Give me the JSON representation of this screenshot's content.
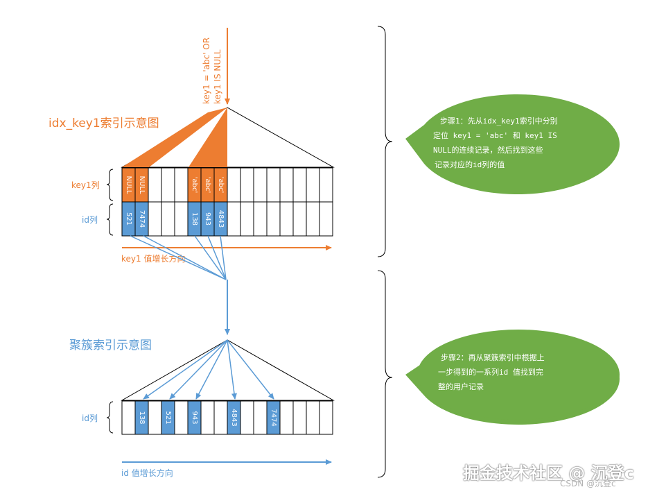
{
  "colors": {
    "orange": "#ED7D31",
    "blue": "#5B9BD5",
    "green": "#70AD47",
    "line": "#000000"
  },
  "top_arrow_label": [
    "key1 = 'abc' OR",
    "key1 IS NULL"
  ],
  "idx_title": "idx_key1索引示意图",
  "clustered_title": "聚簇索引示意图",
  "key1_row_label": "key1列",
  "id_row_label_top": "id列",
  "id_row_label_bottom": "id列",
  "key1_cells": [
    "NULL",
    "NULL",
    "'abc'",
    "'abc'",
    "'abc'"
  ],
  "id_cells_top": [
    "521",
    "7474",
    "138",
    "943",
    "4843"
  ],
  "id_cells_bottom": [
    "138",
    "521",
    "943",
    "4843",
    "7474"
  ],
  "key1_direction": "key1 值增长方向",
  "id_direction": "id 值增长方向",
  "step1_text": [
    "步骤1：先从idx_key1索引中分别",
    "定位 key1 = 'abc' 和 key1 IS",
    "NULL的连续记录，然后找到这些",
    "记录对应的id列的值"
  ],
  "step2_text": [
    "步骤2：再从聚簇索引中根据上",
    "一步得到的一系列id 值找到完",
    "整的用户记录"
  ],
  "watermark": "掘金技术社区 @ 沉登c",
  "watermark_small": "CSDN @沉登c"
}
